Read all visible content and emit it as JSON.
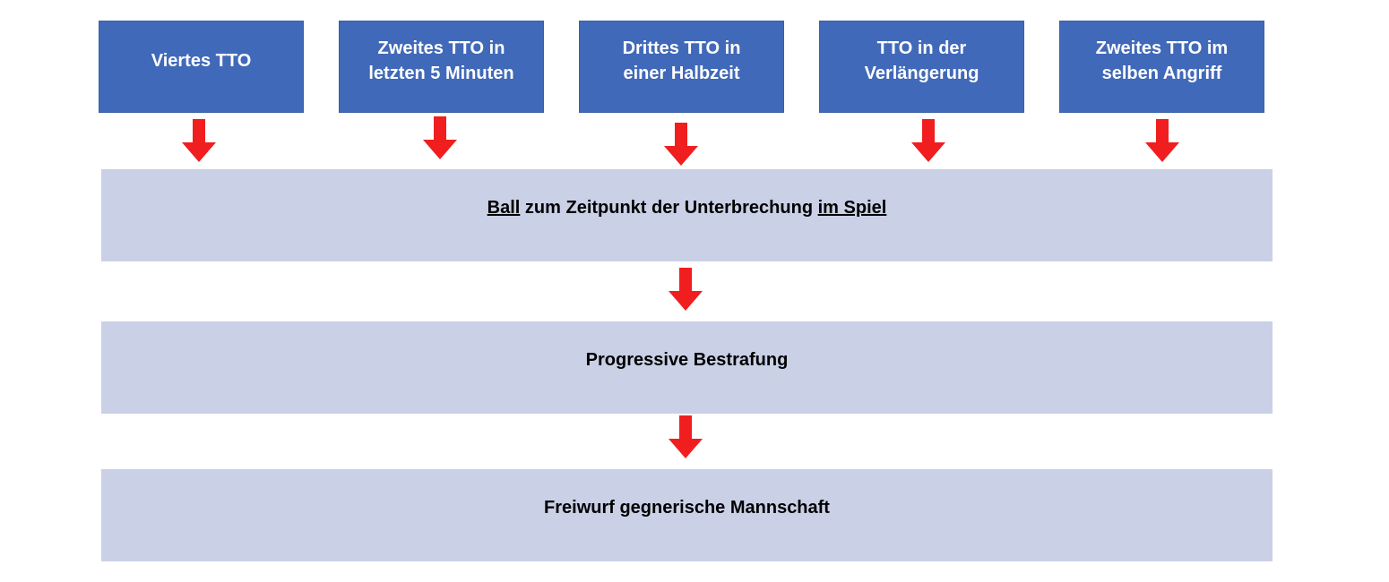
{
  "top_boxes": [
    {
      "id": "viertes-tto",
      "lines": [
        "Viertes TTO"
      ]
    },
    {
      "id": "zweites-tto-letzte-5",
      "lines": [
        "Zweites TTO in",
        "letzten 5 Minuten"
      ]
    },
    {
      "id": "drittes-tto-halbzeit",
      "lines": [
        "Drittes TTO in",
        "einer Halbzeit"
      ]
    },
    {
      "id": "tto-verlaengerung",
      "lines": [
        "TTO in der",
        "Verlängerung"
      ]
    },
    {
      "id": "zweites-tto-angriff",
      "lines": [
        "Zweites TTO im",
        "selben Angriff"
      ]
    }
  ],
  "band_ball": {
    "part1": "Ball",
    "part2": " zum Zeitpunkt der Unterbrechung ",
    "part3": "im Spiel"
  },
  "band_progressive": {
    "text": "Progressive Bestrafung"
  },
  "band_freiwurf": {
    "text": "Freiwurf gegnerische Mannschaft"
  },
  "colors": {
    "box_fill": "#4169b9",
    "band_fill": "#cad0e6",
    "arrow": "#f01e1e"
  }
}
